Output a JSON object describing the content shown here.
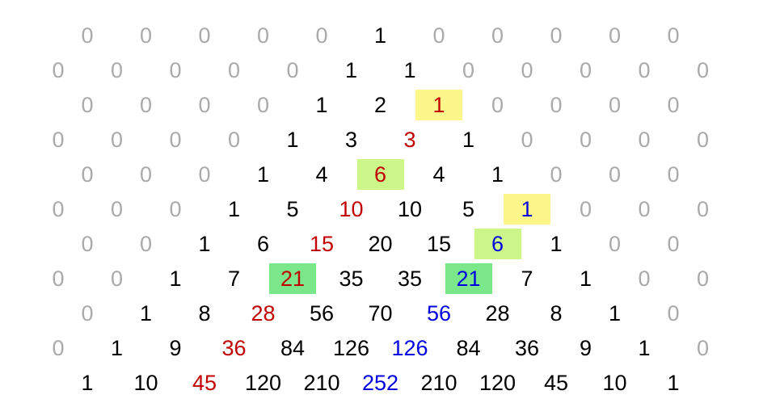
{
  "rows": [
    [
      "0",
      "0",
      "0",
      "0",
      "0",
      "1",
      "0",
      "0",
      "0",
      "0",
      "0"
    ],
    [
      "0",
      "0",
      "0",
      "0",
      "0",
      "1",
      "1",
      "0",
      "0",
      "0",
      "0",
      "0"
    ],
    [
      "0",
      "0",
      "0",
      "0",
      "1",
      "2",
      "1",
      "0",
      "0",
      "0",
      "0"
    ],
    [
      "0",
      "0",
      "0",
      "0",
      "1",
      "3",
      "3",
      "1",
      "0",
      "0",
      "0",
      "0"
    ],
    [
      "0",
      "0",
      "0",
      "1",
      "4",
      "6",
      "4",
      "1",
      "0",
      "0",
      "0"
    ],
    [
      "0",
      "0",
      "0",
      "1",
      "5",
      "10",
      "10",
      "5",
      "1",
      "0",
      "0",
      "0"
    ],
    [
      "0",
      "0",
      "1",
      "6",
      "15",
      "20",
      "15",
      "6",
      "1",
      "0",
      "0"
    ],
    [
      "0",
      "0",
      "1",
      "7",
      "21",
      "35",
      "35",
      "21",
      "7",
      "1",
      "0",
      "0"
    ],
    [
      "0",
      "1",
      "8",
      "28",
      "56",
      "70",
      "56",
      "28",
      "8",
      "1",
      "0"
    ],
    [
      "0",
      "1",
      "9",
      "36",
      "84",
      "126",
      "126",
      "84",
      "36",
      "9",
      "1",
      "0"
    ],
    [
      "1",
      "10",
      "45",
      "120",
      "210",
      "252",
      "210",
      "120",
      "45",
      "10",
      "1"
    ]
  ],
  "styles": {
    "zero": "#aaaaaa",
    "default": "#000000",
    "red": "#c00000",
    "blue": "#0000e0",
    "hl_yellow": "#fdf68a",
    "hl_lime": "#ccf58a",
    "hl_green": "#7ae88a"
  },
  "red_cells": [
    [
      2,
      6
    ],
    [
      3,
      6
    ],
    [
      4,
      5
    ],
    [
      5,
      5
    ],
    [
      6,
      4
    ],
    [
      7,
      4
    ],
    [
      8,
      3
    ],
    [
      9,
      3
    ],
    [
      10,
      2
    ]
  ],
  "blue_cells": [
    [
      5,
      8
    ],
    [
      6,
      7
    ],
    [
      7,
      7
    ],
    [
      8,
      6
    ],
    [
      9,
      6
    ],
    [
      10,
      5
    ]
  ],
  "highlights": [
    {
      "row": 2,
      "col": 6,
      "color": "hl_yellow"
    },
    {
      "row": 4,
      "col": 5,
      "color": "hl_lime"
    },
    {
      "row": 5,
      "col": 8,
      "color": "hl_yellow"
    },
    {
      "row": 6,
      "col": 7,
      "color": "hl_lime"
    },
    {
      "row": 7,
      "col": 4,
      "color": "hl_green"
    },
    {
      "row": 7,
      "col": 7,
      "color": "hl_green"
    }
  ]
}
